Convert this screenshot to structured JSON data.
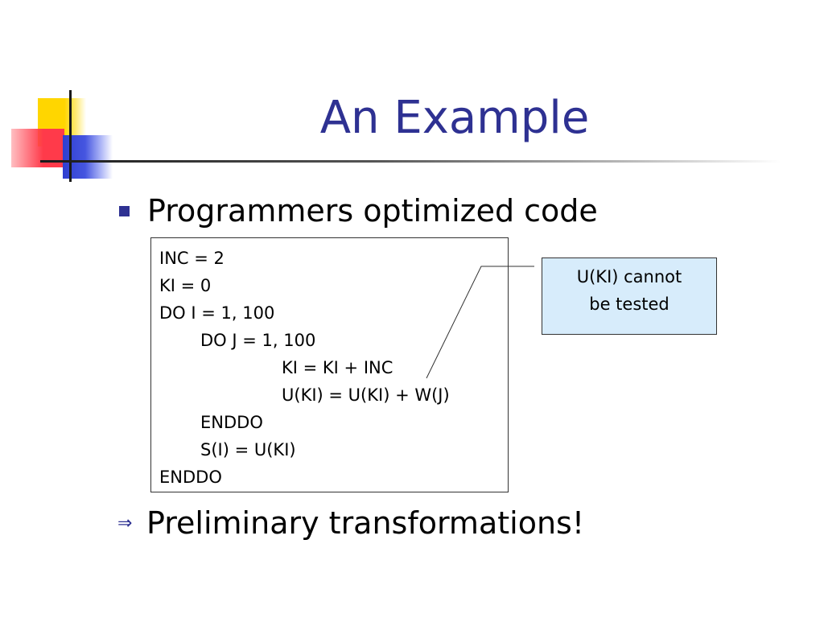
{
  "slide": {
    "title": "An Example",
    "bullet1": "Programmers optimized code",
    "bullet2_symbol": "⇒",
    "bullet2": "Preliminary transformations!",
    "code": [
      {
        "indent": 0,
        "text": "INC = 2"
      },
      {
        "indent": 0,
        "text": "KI = 0"
      },
      {
        "indent": 0,
        "text": "DO I = 1, 100"
      },
      {
        "indent": 1,
        "text": "DO J = 1, 100"
      },
      {
        "indent": 2,
        "text": "KI = KI + INC"
      },
      {
        "indent": 2,
        "text": "U(KI) = U(KI) + W(J)"
      },
      {
        "indent": 1,
        "text": "ENDDO"
      },
      {
        "indent": 1,
        "text": "S(I) = U(KI)"
      },
      {
        "indent": 0,
        "text": "ENDDO"
      }
    ],
    "callout": {
      "line1": "U(KI) cannot",
      "line2": "be tested"
    },
    "colors": {
      "title": "#2e3192",
      "bullet": "#2e3192",
      "callout_fill": "#d7ecfb",
      "deco_yellow": "#ffd600",
      "deco_red": "#ff3a4a",
      "deco_blue": "#2f3fd0"
    }
  }
}
